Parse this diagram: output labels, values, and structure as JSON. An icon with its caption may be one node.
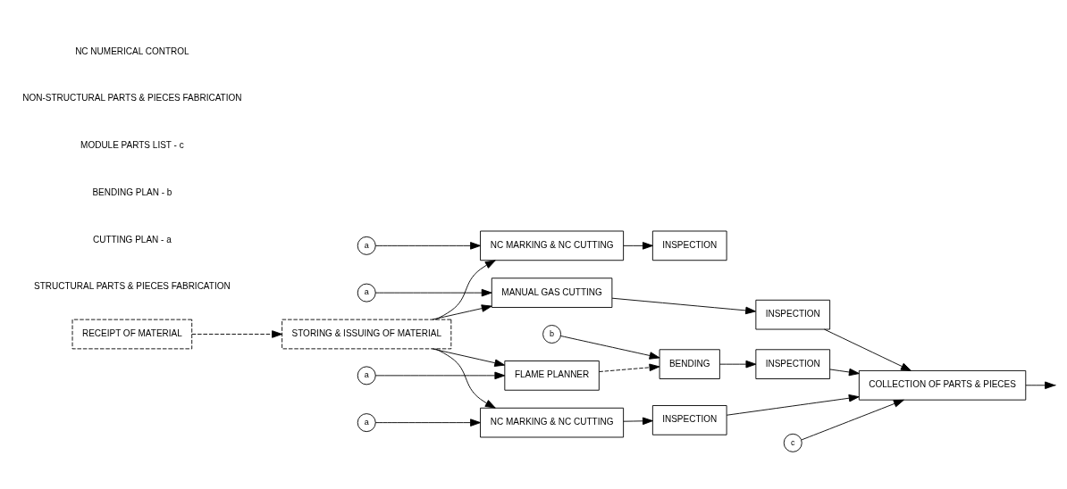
{
  "diagram": {
    "nodes": [
      {
        "text": [
          "RECEIPT OF MATERIAL"
        ]
      },
      {
        "text": [
          "STORING & ISSUING OF MATERIAL"
        ]
      },
      {
        "text": [
          "NC MARKING & NC CUTTING"
        ]
      },
      {
        "text": [
          "INSPECTION"
        ]
      },
      {
        "text": [
          "MANUAL GAS CUTTING"
        ]
      },
      {
        "text": [
          "INSPECTION"
        ]
      },
      {
        "text": [
          "FLAME PLANNER"
        ]
      },
      {
        "text": [
          "BENDING"
        ]
      },
      {
        "text": [
          "INSPECTION"
        ]
      },
      {
        "text": [
          "COLLECTION OF PARTS & PIECES"
        ]
      },
      {
        "text": [
          "NC MARKING & NC CUTTING"
        ]
      },
      {
        "text": [
          "INSPECTION"
        ]
      },
      {
        "text": [
          "a"
        ]
      },
      {
        "text": [
          "a"
        ]
      },
      {
        "text": [
          "a"
        ]
      },
      {
        "text": [
          "a"
        ]
      },
      {
        "text": [
          "b"
        ]
      },
      {
        "text": [
          "c"
        ]
      }
    ],
    "edges": [
      {
        "from": 0,
        "to": 1,
        "arrow": "to",
        "style": "dashed"
      },
      {
        "from": 1,
        "to": 2,
        "arrow": "to"
      },
      {
        "from": 1,
        "to": 4,
        "arrow": "to"
      },
      {
        "from": 1,
        "to": 6,
        "arrow": "to"
      },
      {
        "from": 1,
        "to": 10,
        "arrow": "to"
      },
      {
        "from": 2,
        "to": 3,
        "arrow": "to"
      },
      {
        "from": 4,
        "to": 5,
        "arrow": "to"
      },
      {
        "from": 5,
        "to": 9,
        "arrow": "to"
      },
      {
        "from": 6,
        "to": 7,
        "arrow": "to",
        "style": "dashed"
      },
      {
        "from": 7,
        "to": 8,
        "arrow": "to"
      },
      {
        "from": 8,
        "to": 9,
        "arrow": "to"
      },
      {
        "from": 10,
        "to": 11,
        "arrow": "to"
      },
      {
        "from": 11,
        "to": 9,
        "arrow": "to"
      },
      {
        "from": 9,
        "to": null,
        "arrow": "to"
      },
      {
        "from": 12,
        "to": 2,
        "arrow": "to"
      },
      {
        "from": 13,
        "to": 4,
        "arrow": "to"
      },
      {
        "from": 14,
        "to": 6,
        "arrow": "to"
      },
      {
        "from": 15,
        "to": 10,
        "arrow": "to"
      },
      {
        "from": 16,
        "to": 7,
        "arrow": "to"
      },
      {
        "from": 17,
        "to": 9,
        "arrow": "to"
      }
    ],
    "labels": [
      "STRUCTURAL PARTS & PIECES FABRICATION",
      "CUTTING PLAN - a",
      "BENDING PLAN - b",
      "MODULE PARTS LIST - c",
      "NON-STRUCTURAL PARTS & PIECES FABRICATION",
      "NC NUMERICAL CONTROL"
    ]
  }
}
